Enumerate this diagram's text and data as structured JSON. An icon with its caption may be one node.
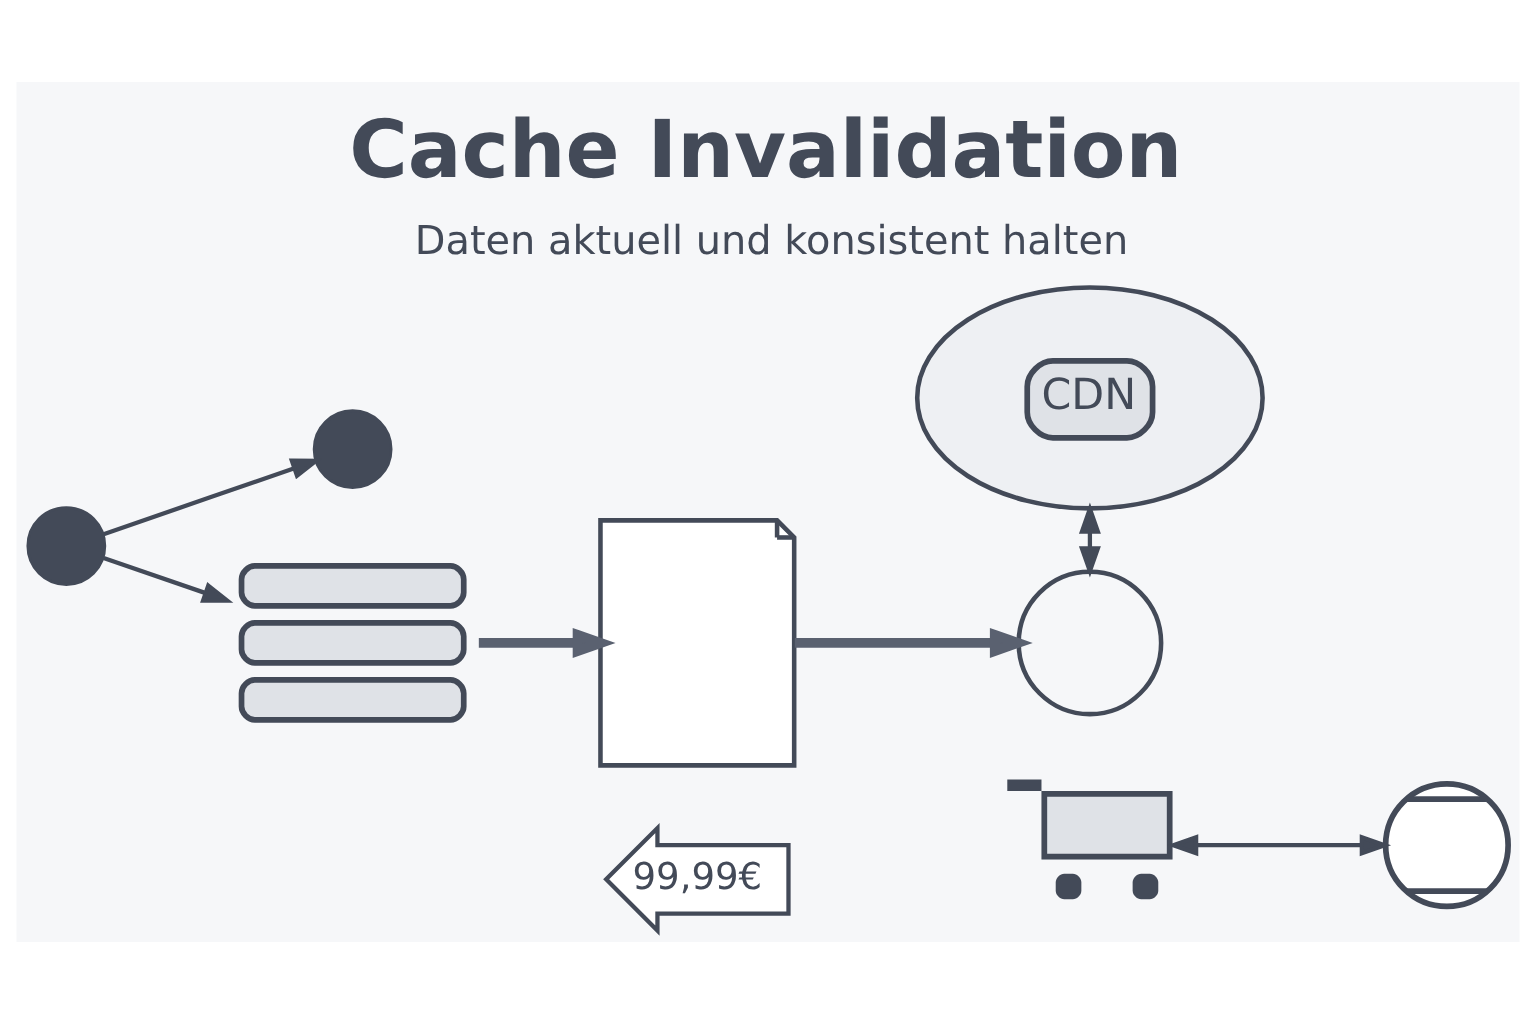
{
  "diagram": {
    "title": "Cache Invalidation",
    "caption": "Daten aktuell und konsistent halten",
    "nodes": [
      {
        "text": [],
        "shape": "picture"
      },
      {
        "text": [],
        "shape": "circle"
      },
      {
        "text": [],
        "shape": "circle"
      },
      {
        "text": [],
        "shape": "picture"
      },
      {
        "text": [
          "99,99€"
        ]
      },
      {
        "text": [
          "CDN"
        ]
      },
      {
        "text": [],
        "shape": "circle"
      },
      {
        "text": [],
        "shape": "picture"
      },
      {
        "text": [],
        "shape": "picture"
      }
    ],
    "edges": [
      {
        "from": 1,
        "to": 2,
        "arrow": "to"
      },
      {
        "from": 1,
        "to": 0,
        "arrow": "to"
      },
      {
        "from": 0,
        "to": 3,
        "arrow": "to",
        "style": "thick"
      },
      {
        "from": 3,
        "to": 6,
        "arrow": "to",
        "style": "thick"
      },
      {
        "from": 5,
        "to": 6,
        "arrow": "both"
      },
      {
        "from": 7,
        "to": 8,
        "arrow": "both"
      }
    ]
  }
}
